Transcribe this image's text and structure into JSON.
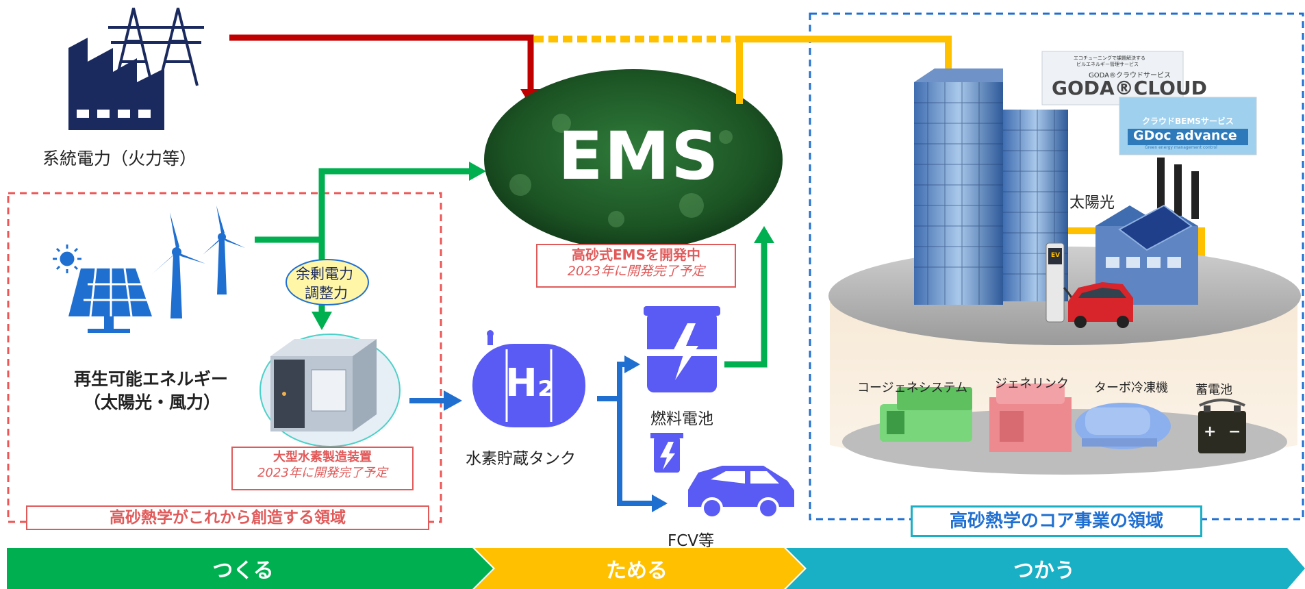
{
  "grid_power_label": "系統電力（火力等）",
  "ems_logo": "EMS",
  "ems_dev": {
    "title": "高砂式EMSを開発中",
    "note": "2023年に開発完了予定"
  },
  "renewable_label_1": "再生可能エネルギー",
  "renewable_label_2": "（太陽光・風力）",
  "surplus_label": [
    "余剰電力",
    "調整力"
  ],
  "electrolyzer": {
    "title": "大型水素製造装置",
    "note": "2023年に開発完了予定"
  },
  "create_domain_label": "高砂熱学がこれから創造する領域",
  "core_domain_label": "高砂熱学のコア事業の領域",
  "tank_symbol": "H₂",
  "tank_label": "水素貯蔵タンク",
  "fuel_cell_label": "燃料電池",
  "fcv_label": "FCV等",
  "solar_label": "太陽光",
  "goda": {
    "tagline_1": "エコチューニングで課題解決する",
    "tagline_2": "ビルエネルギー管理サービス",
    "service": "GODA®クラウドサービス",
    "logo": "GODA®CLOUD"
  },
  "gdoc": {
    "service": "クラウドBEMSサービス",
    "logo": "GDoc advance",
    "sub": "Green energy management control"
  },
  "equipment": [
    "コージェネシステム",
    "ジェネリンク",
    "ターボ冷凍機",
    "蓄電池"
  ],
  "battery_signs": [
    "+",
    "−"
  ],
  "ev_label": "EV",
  "phases": [
    "つくる",
    "ためる",
    "つかう"
  ],
  "colors": {
    "red": "#c00000",
    "green": "#00b050",
    "yellow": "#ffc000",
    "blue": "#1f6fd1",
    "purple": "#5a5af5",
    "navy": "#1b2a5e",
    "teal": "#19afc4"
  }
}
